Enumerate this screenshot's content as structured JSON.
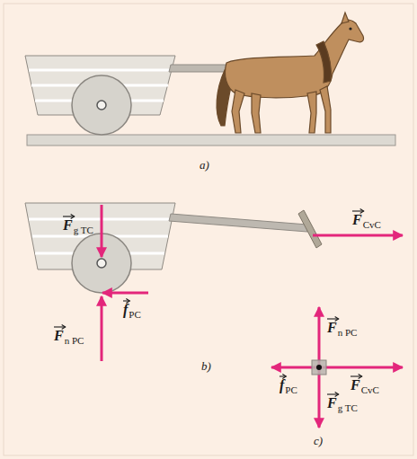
{
  "diagram": {
    "labels": [
      "a)",
      "b)",
      "c)",
      "F",
      "g TC",
      "f",
      "PC",
      "F",
      "n PC",
      "F",
      "CvC",
      "F",
      "n PC",
      "f",
      "PC",
      "F",
      "CvC",
      "F",
      "g TC"
    ]
  }
}
